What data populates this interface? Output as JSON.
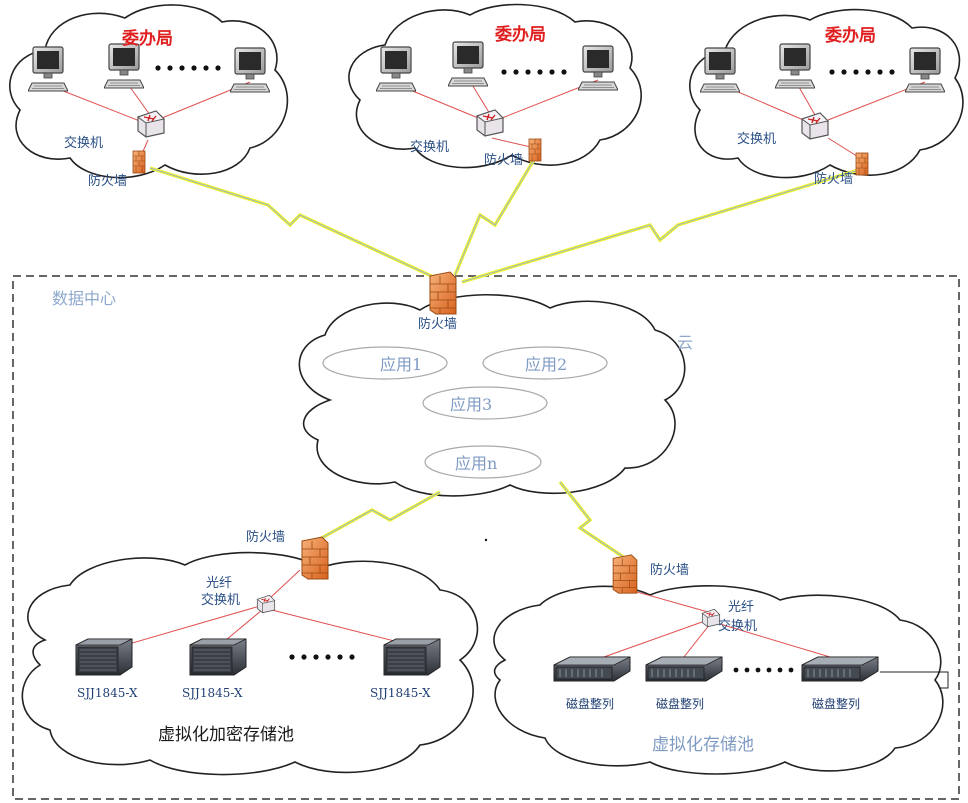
{
  "branches": [
    {
      "title": "委办局",
      "switch_label": "交换机",
      "firewall_label": "防火墙"
    },
    {
      "title": "委办局",
      "switch_label": "交换机",
      "firewall_label": "防火墙"
    },
    {
      "title": "委办局",
      "switch_label": "交换机",
      "firewall_label": "防火墙"
    }
  ],
  "data_center": {
    "title": "数据中心",
    "firewall_label": "防火墙",
    "cloud_label": "云",
    "apps": [
      "应用1",
      "应用2",
      "应用3",
      "应用n"
    ]
  },
  "encrypted_pool": {
    "firewall_label": "防火墙",
    "switch_label_line1": "光纤",
    "switch_label_line2": "交换机",
    "devices": [
      "SJJ1845-X",
      "SJJ1845-X",
      "SJJ1845-X"
    ],
    "ellipsis": "……",
    "title": "虚拟化加密存储池"
  },
  "storage_pool": {
    "firewall_label": "防火墙",
    "switch_label_line1": "光纤",
    "switch_label_line2": "交换机",
    "devices": [
      "磁盘整列",
      "磁盘整列",
      "磁盘整列"
    ],
    "ellipsis": "……",
    "title": "虚拟化存储池"
  },
  "colors": {
    "link_red": "#e05050",
    "lightning": "#f2f23a",
    "firewall": "#f08a3c",
    "label_blue": "#2a4f86",
    "title_red": "#e02020"
  }
}
